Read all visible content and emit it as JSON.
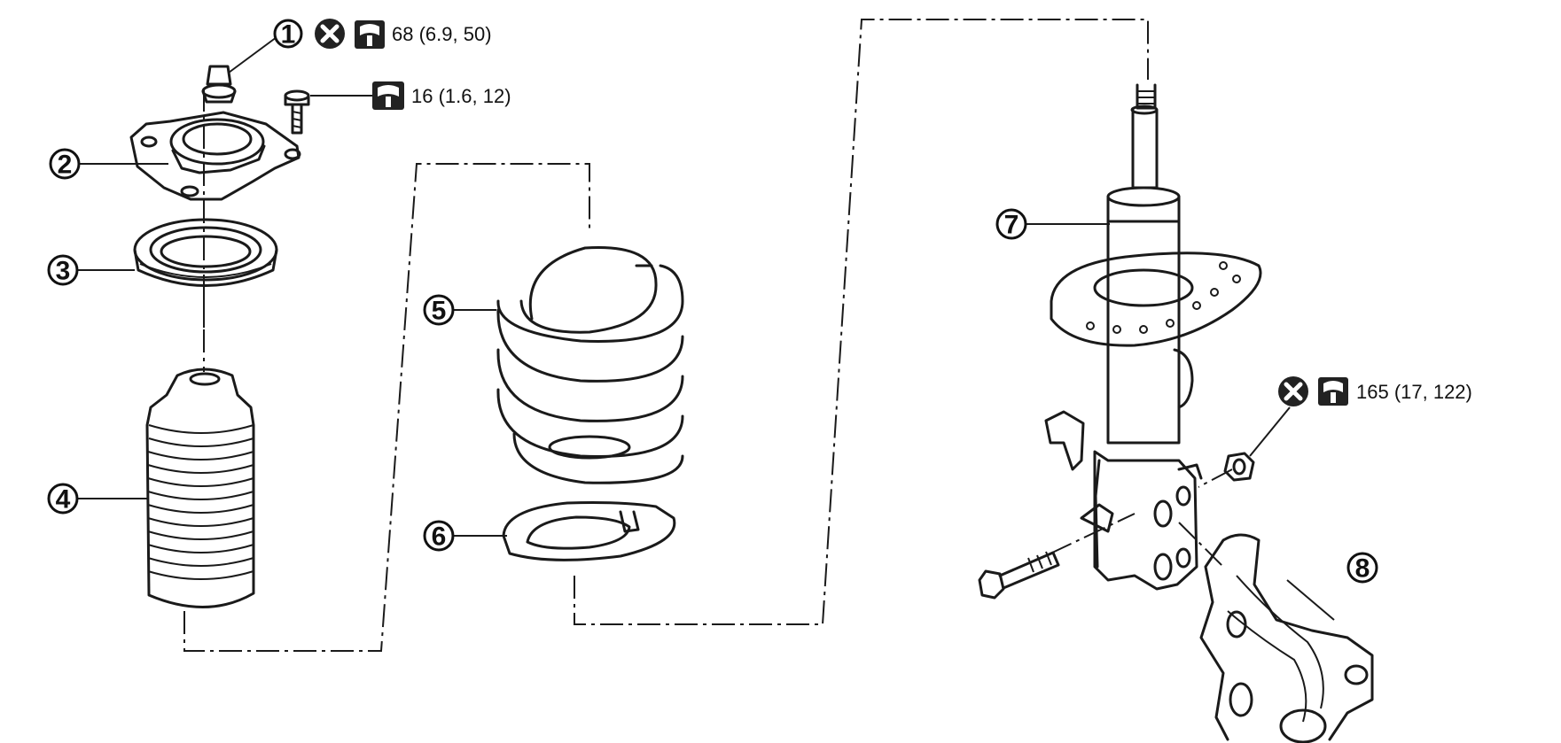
{
  "callouts": [
    {
      "id": "1",
      "label": "1"
    },
    {
      "id": "2",
      "label": "2"
    },
    {
      "id": "3",
      "label": "3"
    },
    {
      "id": "4",
      "label": "4"
    },
    {
      "id": "5",
      "label": "5"
    },
    {
      "id": "6",
      "label": "6"
    },
    {
      "id": "7",
      "label": "7"
    },
    {
      "id": "8",
      "label": "8"
    }
  ],
  "torques": [
    {
      "id": "t1",
      "text": "68 (6.9, 50)",
      "replace_icon": true,
      "wrench_icon": true
    },
    {
      "id": "t2",
      "text": "16 (1.6, 12)",
      "replace_icon": false,
      "wrench_icon": true
    },
    {
      "id": "t3",
      "text": "165 (17, 122)",
      "replace_icon": true,
      "wrench_icon": true
    }
  ],
  "icons": {
    "replace": "do-not-reuse-icon",
    "torque": "torque-wrench-icon"
  },
  "colors": {
    "ink": "#1a1a1a",
    "background": "#ffffff"
  }
}
